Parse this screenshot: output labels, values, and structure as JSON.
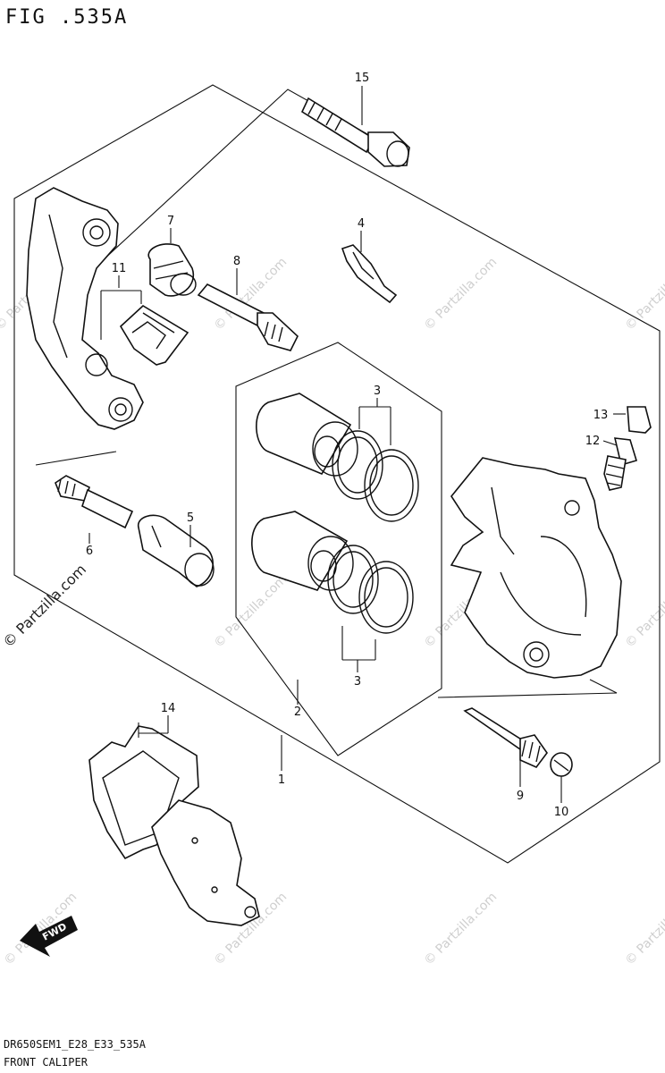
{
  "figure": {
    "title": "FIG .535A"
  },
  "callouts": {
    "c1": "1",
    "c2": "2",
    "c3a": "3",
    "c3b": "3",
    "c4": "4",
    "c5": "5",
    "c6": "6",
    "c7": "7",
    "c8": "8",
    "c9": "9",
    "c10": "10",
    "c11": "11",
    "c12": "12",
    "c13": "13",
    "c14": "14",
    "c15": "15"
  },
  "fwd_label": "FWD",
  "watermark": "© Partzilla.com",
  "footer": {
    "code": "DR650SEM1_E28_E33_535A",
    "caption": "FRONT CALIPER"
  }
}
